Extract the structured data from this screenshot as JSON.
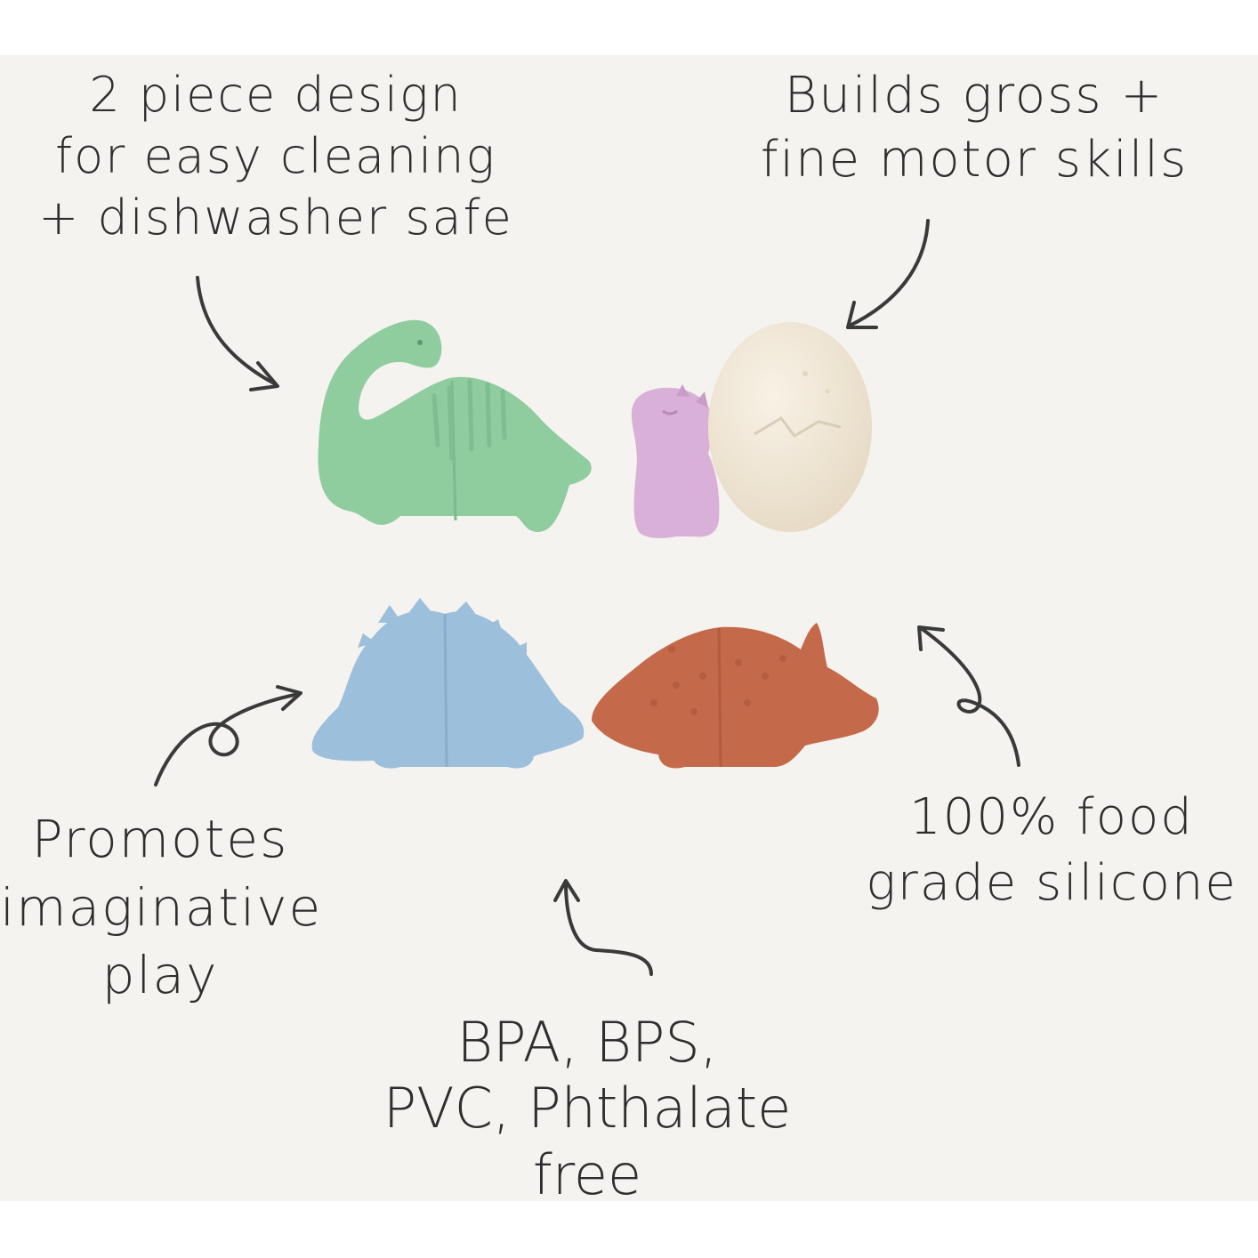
{
  "callouts": {
    "cleaning": [
      "2 piece design",
      "for easy cleaning",
      "+ dishwasher safe"
    ],
    "motor": [
      "Builds gross +",
      "fine motor skills"
    ],
    "play": [
      "Promotes",
      "imaginative",
      "play"
    ],
    "silicone": [
      "100% food",
      "grade silicone"
    ],
    "free": [
      "BPA, BPS,",
      "PVC, Phthalate",
      "free"
    ]
  },
  "products": [
    {
      "name": "brachiosaurus-toy",
      "color": "#8fcc9e"
    },
    {
      "name": "baby-dino-toy",
      "color": "#d9b1d8"
    },
    {
      "name": "egg-toy",
      "color": "#efe6d6"
    },
    {
      "name": "stegosaurus-toy",
      "color": "#9cbfdc"
    },
    {
      "name": "triceratops-toy",
      "color": "#c4694a"
    }
  ],
  "colors": {
    "background": "#f5f3ef",
    "ink": "#2e2e2e"
  }
}
